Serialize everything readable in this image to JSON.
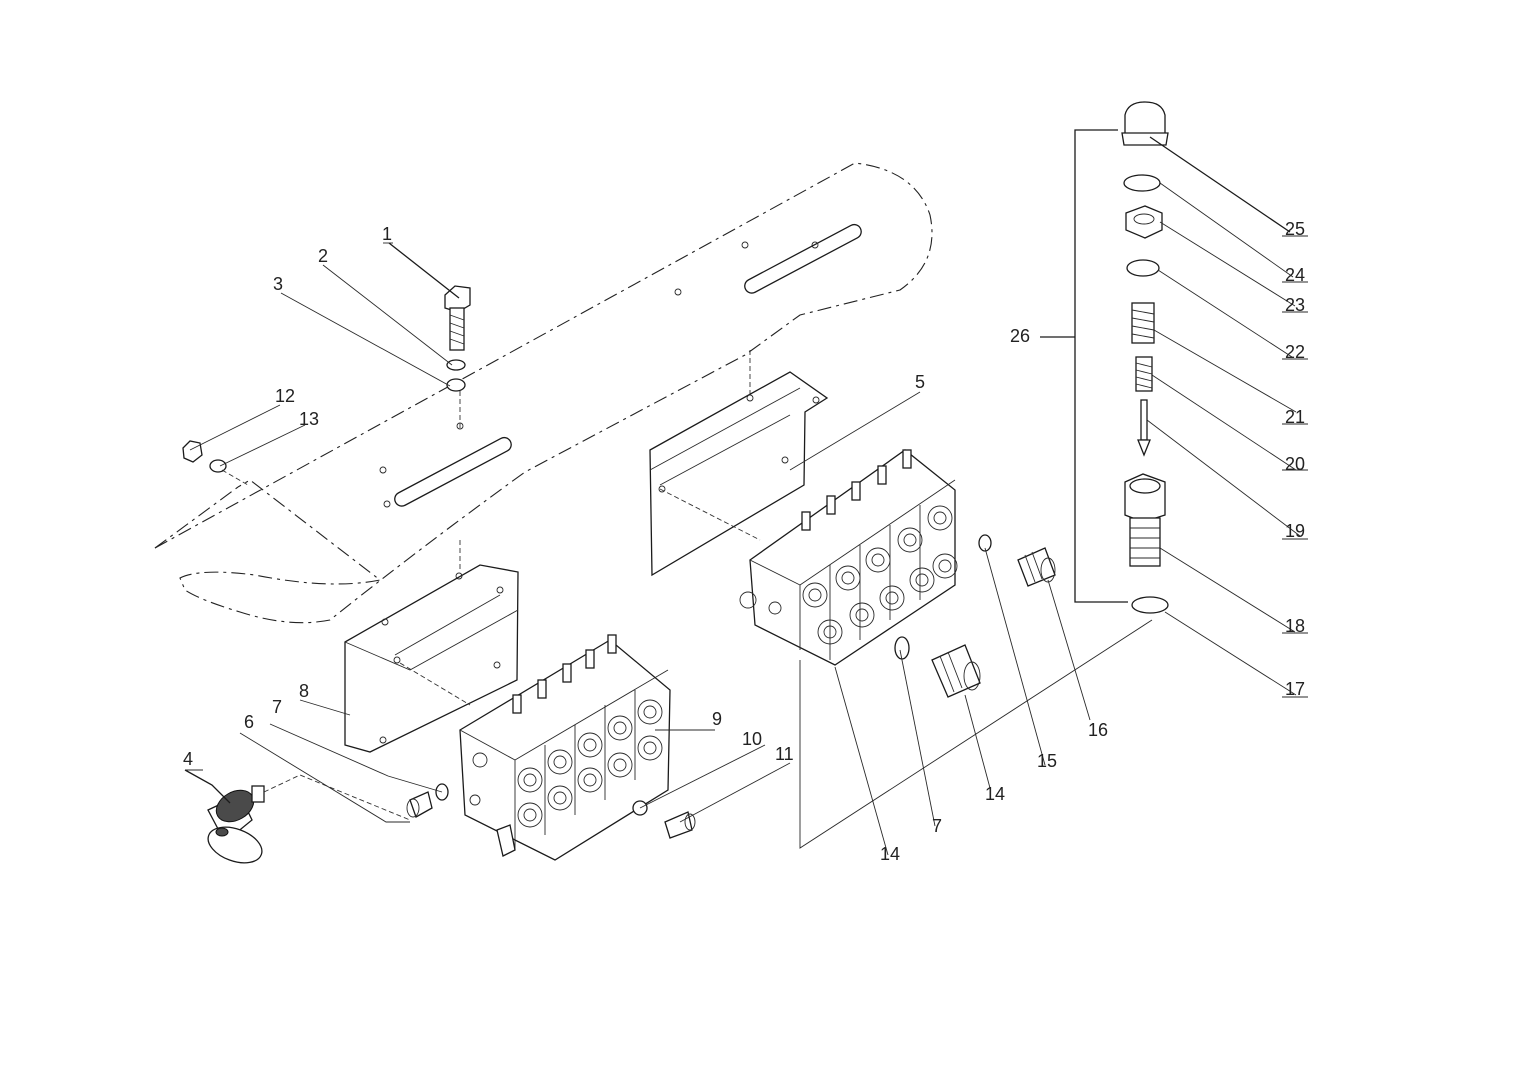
{
  "callouts": [
    {
      "id": "c1",
      "label": "1"
    },
    {
      "id": "c2",
      "label": "2"
    },
    {
      "id": "c3",
      "label": "3"
    },
    {
      "id": "c4",
      "label": "4"
    },
    {
      "id": "c5",
      "label": "5"
    },
    {
      "id": "c6",
      "label": "6"
    },
    {
      "id": "c7a",
      "label": "7"
    },
    {
      "id": "c7b",
      "label": "7"
    },
    {
      "id": "c8",
      "label": "8"
    },
    {
      "id": "c9",
      "label": "9"
    },
    {
      "id": "c10",
      "label": "10"
    },
    {
      "id": "c11",
      "label": "11"
    },
    {
      "id": "c12",
      "label": "12"
    },
    {
      "id": "c13",
      "label": "13"
    },
    {
      "id": "c14a",
      "label": "14"
    },
    {
      "id": "c14b",
      "label": "14"
    },
    {
      "id": "c15",
      "label": "15"
    },
    {
      "id": "c16",
      "label": "16"
    },
    {
      "id": "c17",
      "label": "17"
    },
    {
      "id": "c18",
      "label": "18"
    },
    {
      "id": "c19",
      "label": "19"
    },
    {
      "id": "c20",
      "label": "20"
    },
    {
      "id": "c21",
      "label": "21"
    },
    {
      "id": "c22",
      "label": "22"
    },
    {
      "id": "c23",
      "label": "23"
    },
    {
      "id": "c24",
      "label": "24"
    },
    {
      "id": "c25",
      "label": "25"
    },
    {
      "id": "c26",
      "label": "26"
    }
  ]
}
